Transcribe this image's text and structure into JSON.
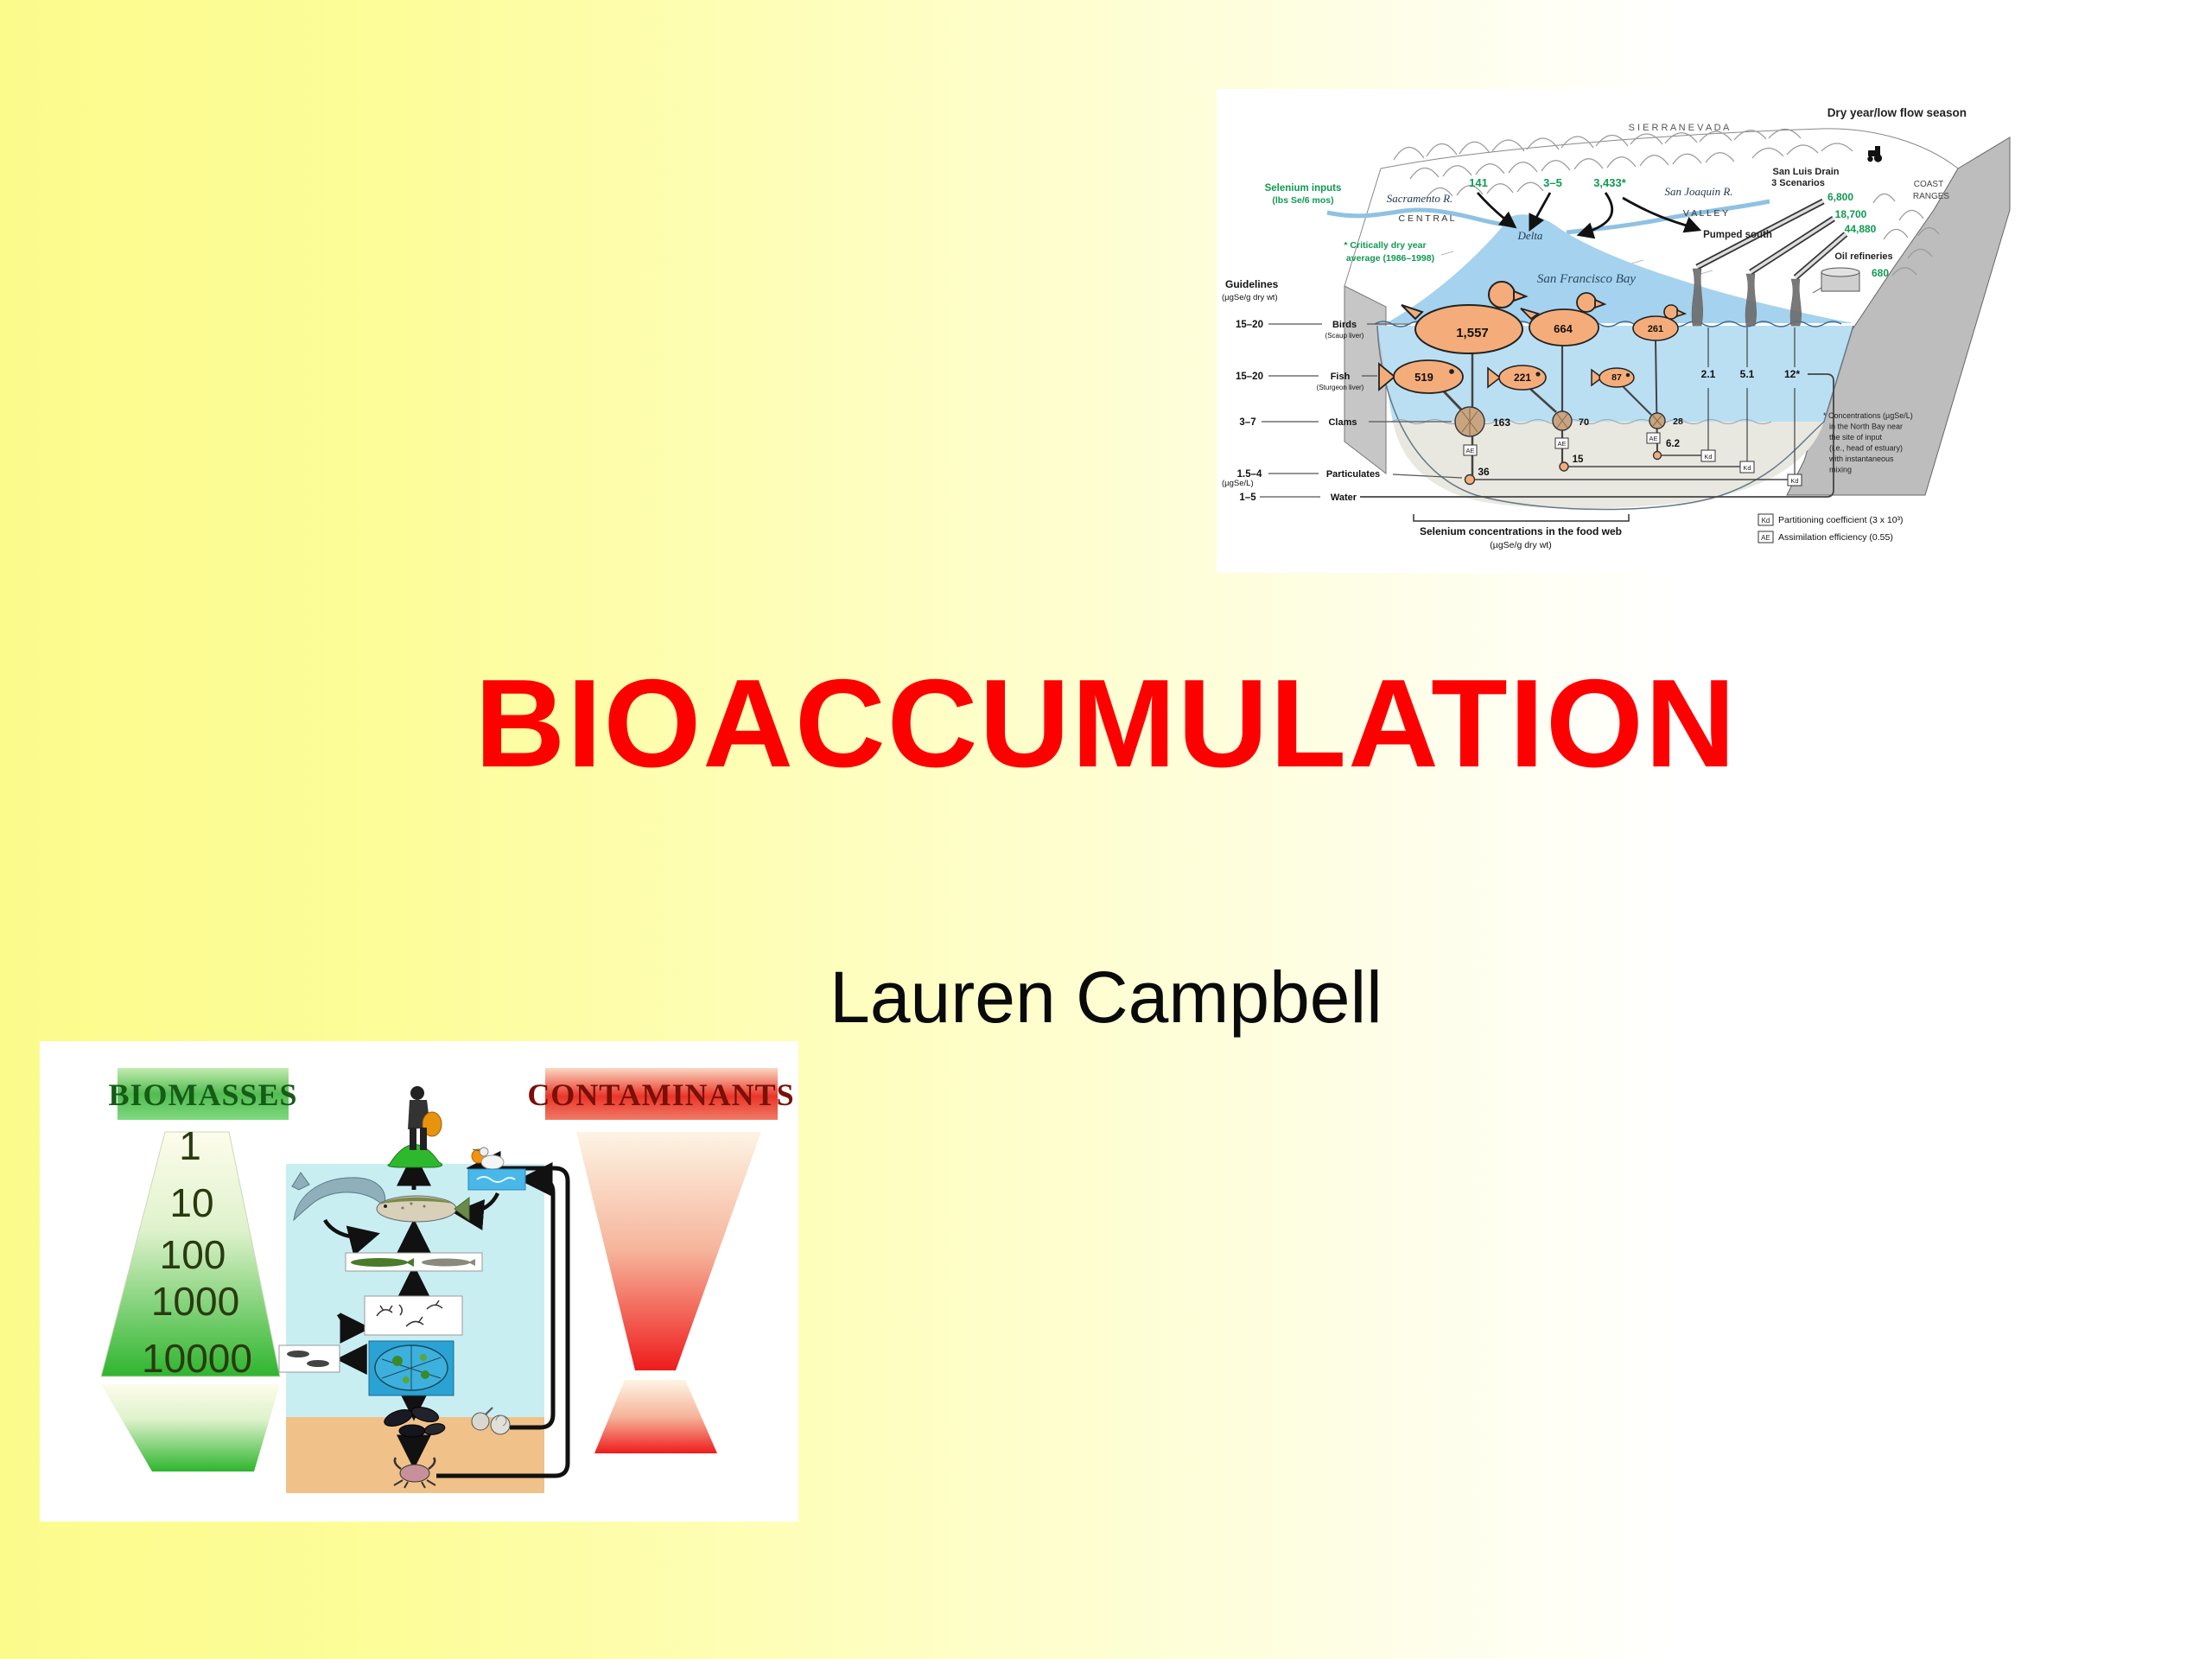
{
  "slide": {
    "title": "BIOACCUMULATION",
    "author": "Lauren Campbell",
    "title_color": "#ff0000",
    "background_left_color": "#fdfd9a",
    "background_right_color": "#ffffff"
  },
  "selenium_diagram": {
    "season_note": "Dry year/low flow season",
    "mountains": "S I E R R A     N E V A D A",
    "inputs_label_1": "Selenium inputs",
    "inputs_label_2": "(lbs Se/6 mos)",
    "sacramento_river": "Sacramento R.",
    "sacramento_input": "141",
    "delta_input": "3–5",
    "san_joaquin_input": "3,433*",
    "san_joaquin_river": "San Joaquin R.",
    "central": "C E N T R A L",
    "valley": "V A L L E Y",
    "delta": "Delta",
    "pumped_south": "Pumped south",
    "san_luis_drain_1": "San Luis Drain",
    "san_luis_drain_2": "3 Scenarios",
    "scenario_values": [
      "6,800",
      "18,700",
      "44,880"
    ],
    "coast_1": "COAST",
    "coast_2": "RANGES",
    "oil_refineries": "Oil refineries",
    "oil_refineries_value": "680",
    "dry_year_note_1": "* Critically dry year",
    "dry_year_note_2": "average (1986–1998)",
    "bay": "San Francisco Bay",
    "guidelines_1": "Guidelines",
    "guidelines_2": "(µgSe/g dry wt)",
    "water_unit": "(µgSe/L)",
    "rows": [
      {
        "range": "15–20",
        "label": "Birds",
        "sublabel": "(Scaup liver)",
        "values": [
          "1,557",
          "664",
          "261"
        ]
      },
      {
        "range": "15–20",
        "label": "Fish",
        "sublabel": "(Sturgeon liver)",
        "values": [
          "519",
          "221",
          "87"
        ]
      },
      {
        "range": "3–7",
        "label": "Clams",
        "sublabel": "",
        "values": [
          "163",
          "70",
          "28"
        ]
      },
      {
        "range": "1.5–4",
        "label": "Particulates",
        "sublabel": "",
        "values": [
          "36",
          "15",
          "6.2"
        ]
      },
      {
        "range": "1–5",
        "label": "Water",
        "sublabel": "",
        "values": [
          "2.1",
          "5.1",
          "12*"
        ]
      }
    ],
    "ae_symbol": "AE",
    "kd_symbol": "Kd",
    "caption_1": "Selenium concentrations in the food web",
    "caption_2": "(µgSe/g dry wt)",
    "legend_kd_text": "Partitioning coefficient (3 x 10³)",
    "legend_ae_text": "Assimilation efficiency (0.55)",
    "footnote_lines": [
      "* Concentrations (µgSe/L)",
      "in the North Bay near",
      "the site of input",
      "(i.e., head of estuary)",
      "with instantaneous",
      "mixing"
    ]
  },
  "biomass_figure": {
    "left_title": "BIOMASSES",
    "right_title": "CONTAMINANTS",
    "scale_values": [
      "1",
      "10",
      "100",
      "1000",
      "10000"
    ],
    "green_color": "#2fb52f",
    "red_color": "#ee1c1c"
  }
}
